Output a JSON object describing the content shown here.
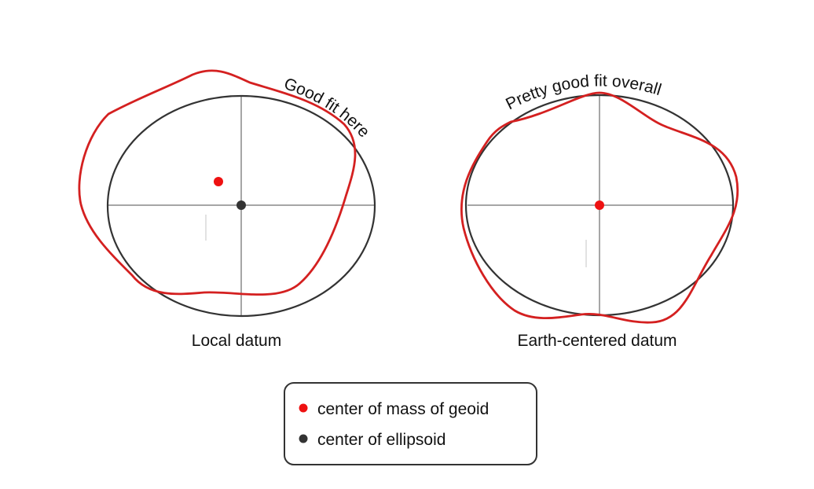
{
  "panels": [
    {
      "caption": "Local datum",
      "annotation": "Good fit here"
    },
    {
      "caption": "Earth-centered datum",
      "annotation": "Pretty good fit overall"
    }
  ],
  "legend": [
    {
      "label": "center of mass of geoid",
      "color": "#ee1111"
    },
    {
      "label": "center of ellipsoid",
      "color": "#333333"
    }
  ],
  "colors": {
    "geoid": "#d42020",
    "ellipsoid": "#333333",
    "axes": "#888888",
    "legend_border": "#333333"
  }
}
